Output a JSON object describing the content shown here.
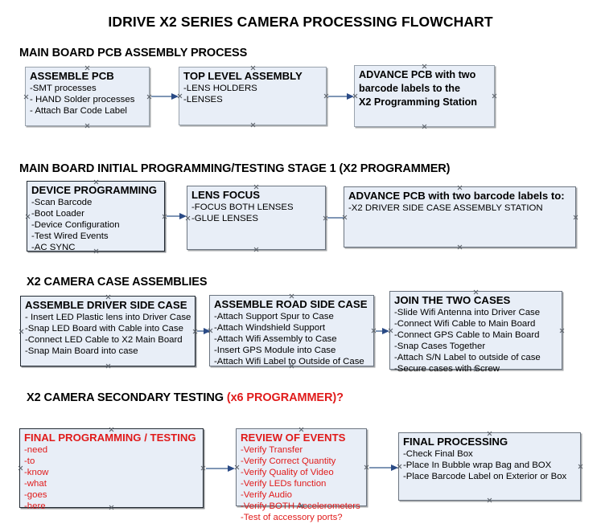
{
  "document": {
    "title": "IDRIVE X2  SERIES CAMERA PROCESSING FLOWCHART"
  },
  "sections": [
    {
      "heading": "MAIN BOARD PCB ASSEMBLY PROCESS",
      "heading_accent": "",
      "boxes": [
        {
          "title": "ASSEMBLE PCB",
          "lines": [
            "-SMT processes",
            "- HAND Solder processes",
            "- Attach Bar Code Label"
          ]
        },
        {
          "title": "TOP LEVEL ASSEMBLY",
          "lines": [
            "-LENS HOLDERS",
            "-LENSES"
          ]
        },
        {
          "title": "ADVANCE PCB with two",
          "lines": [
            "barcode labels to the",
            " X2 Programming Station"
          ]
        }
      ]
    },
    {
      "heading": "MAIN BOARD INITIAL PROGRAMMING/TESTING STAGE 1 (X2 PROGRAMMER)",
      "heading_accent": "",
      "boxes": [
        {
          "title": "DEVICE PROGRAMMING",
          "lines": [
            "-Scan Barcode",
            "-Boot Loader",
            "-Device Configuration",
            "-Test Wired Events",
            "-AC SYNC"
          ]
        },
        {
          "title": "LENS FOCUS",
          "lines": [
            "-FOCUS BOTH LENSES",
            "-GLUE LENSES"
          ]
        },
        {
          "title": "ADVANCE PCB with two barcode labels to:",
          "lines": [
            "-X2 DRIVER  SIDE  CASE  ASSEMBLY STATION"
          ]
        }
      ]
    },
    {
      "heading": "X2 CAMERA CASE ASSEMBLIES",
      "heading_accent": "",
      "boxes": [
        {
          "title": "ASSEMBLE DRIVER SIDE CASE",
          "lines": [
            "- Insert LED Plastic lens into Driver Case",
            "-Snap LED Board with Cable into Case",
            "-Connect LED Cable to X2 Main Board",
            "-Snap Main Board into case"
          ]
        },
        {
          "title": "ASSEMBLE ROAD SIDE CASE",
          "lines": [
            "-Attach Support Spur to Case",
            "-Attach Windshield Support",
            "-Attach Wifi Assembly to Case",
            "-Insert GPS Module into Case",
            "-Attach Wifi Label to Outside of Case"
          ]
        },
        {
          "title": "JOIN THE TWO CASES",
          "lines": [
            "-Slide Wifi Antenna into Driver Case",
            "-Connect Wifi Cable to Main Board",
            "-Connect GPS Cable to Main Board",
            "-Snap Cases Together",
            "-Attach S/N Label to outside of case",
            "-Secure cases with Screw"
          ]
        }
      ]
    },
    {
      "heading": "X2 CAMERA SECONDARY TESTING ",
      "heading_accent": "(x6 PROGRAMMER)?",
      "boxes": [
        {
          "title": "FINAL PROGRAMMING / TESTING",
          "lines": [
            "-need",
            "-to",
            "-know",
            "-what",
            "-goes",
            "-here"
          ]
        },
        {
          "title": "REVIEW OF EVENTS",
          "lines": [
            "-Verify Transfer",
            "-Verify Correct Quantity",
            "-Verify Quality of Video",
            "-Verify LEDs function",
            "-Verify Audio",
            "-Verify BOTH Accelerometers",
            "-Test of accessory ports?"
          ]
        },
        {
          "title": "FINAL PROCESSING",
          "lines": [
            " -Check Final Box",
            "-Place In Bubble wrap Bag and BOX",
            "-Place Barcode Label on Exterior or Box"
          ]
        }
      ]
    }
  ],
  "colors": {
    "box_fill": "#e8eef7",
    "box_border": "#9aa3ad",
    "arrow_line": "#7f96b5",
    "arrow_head": "#2b4b86",
    "accent_red": "#e01b1b",
    "text": "#000000"
  }
}
